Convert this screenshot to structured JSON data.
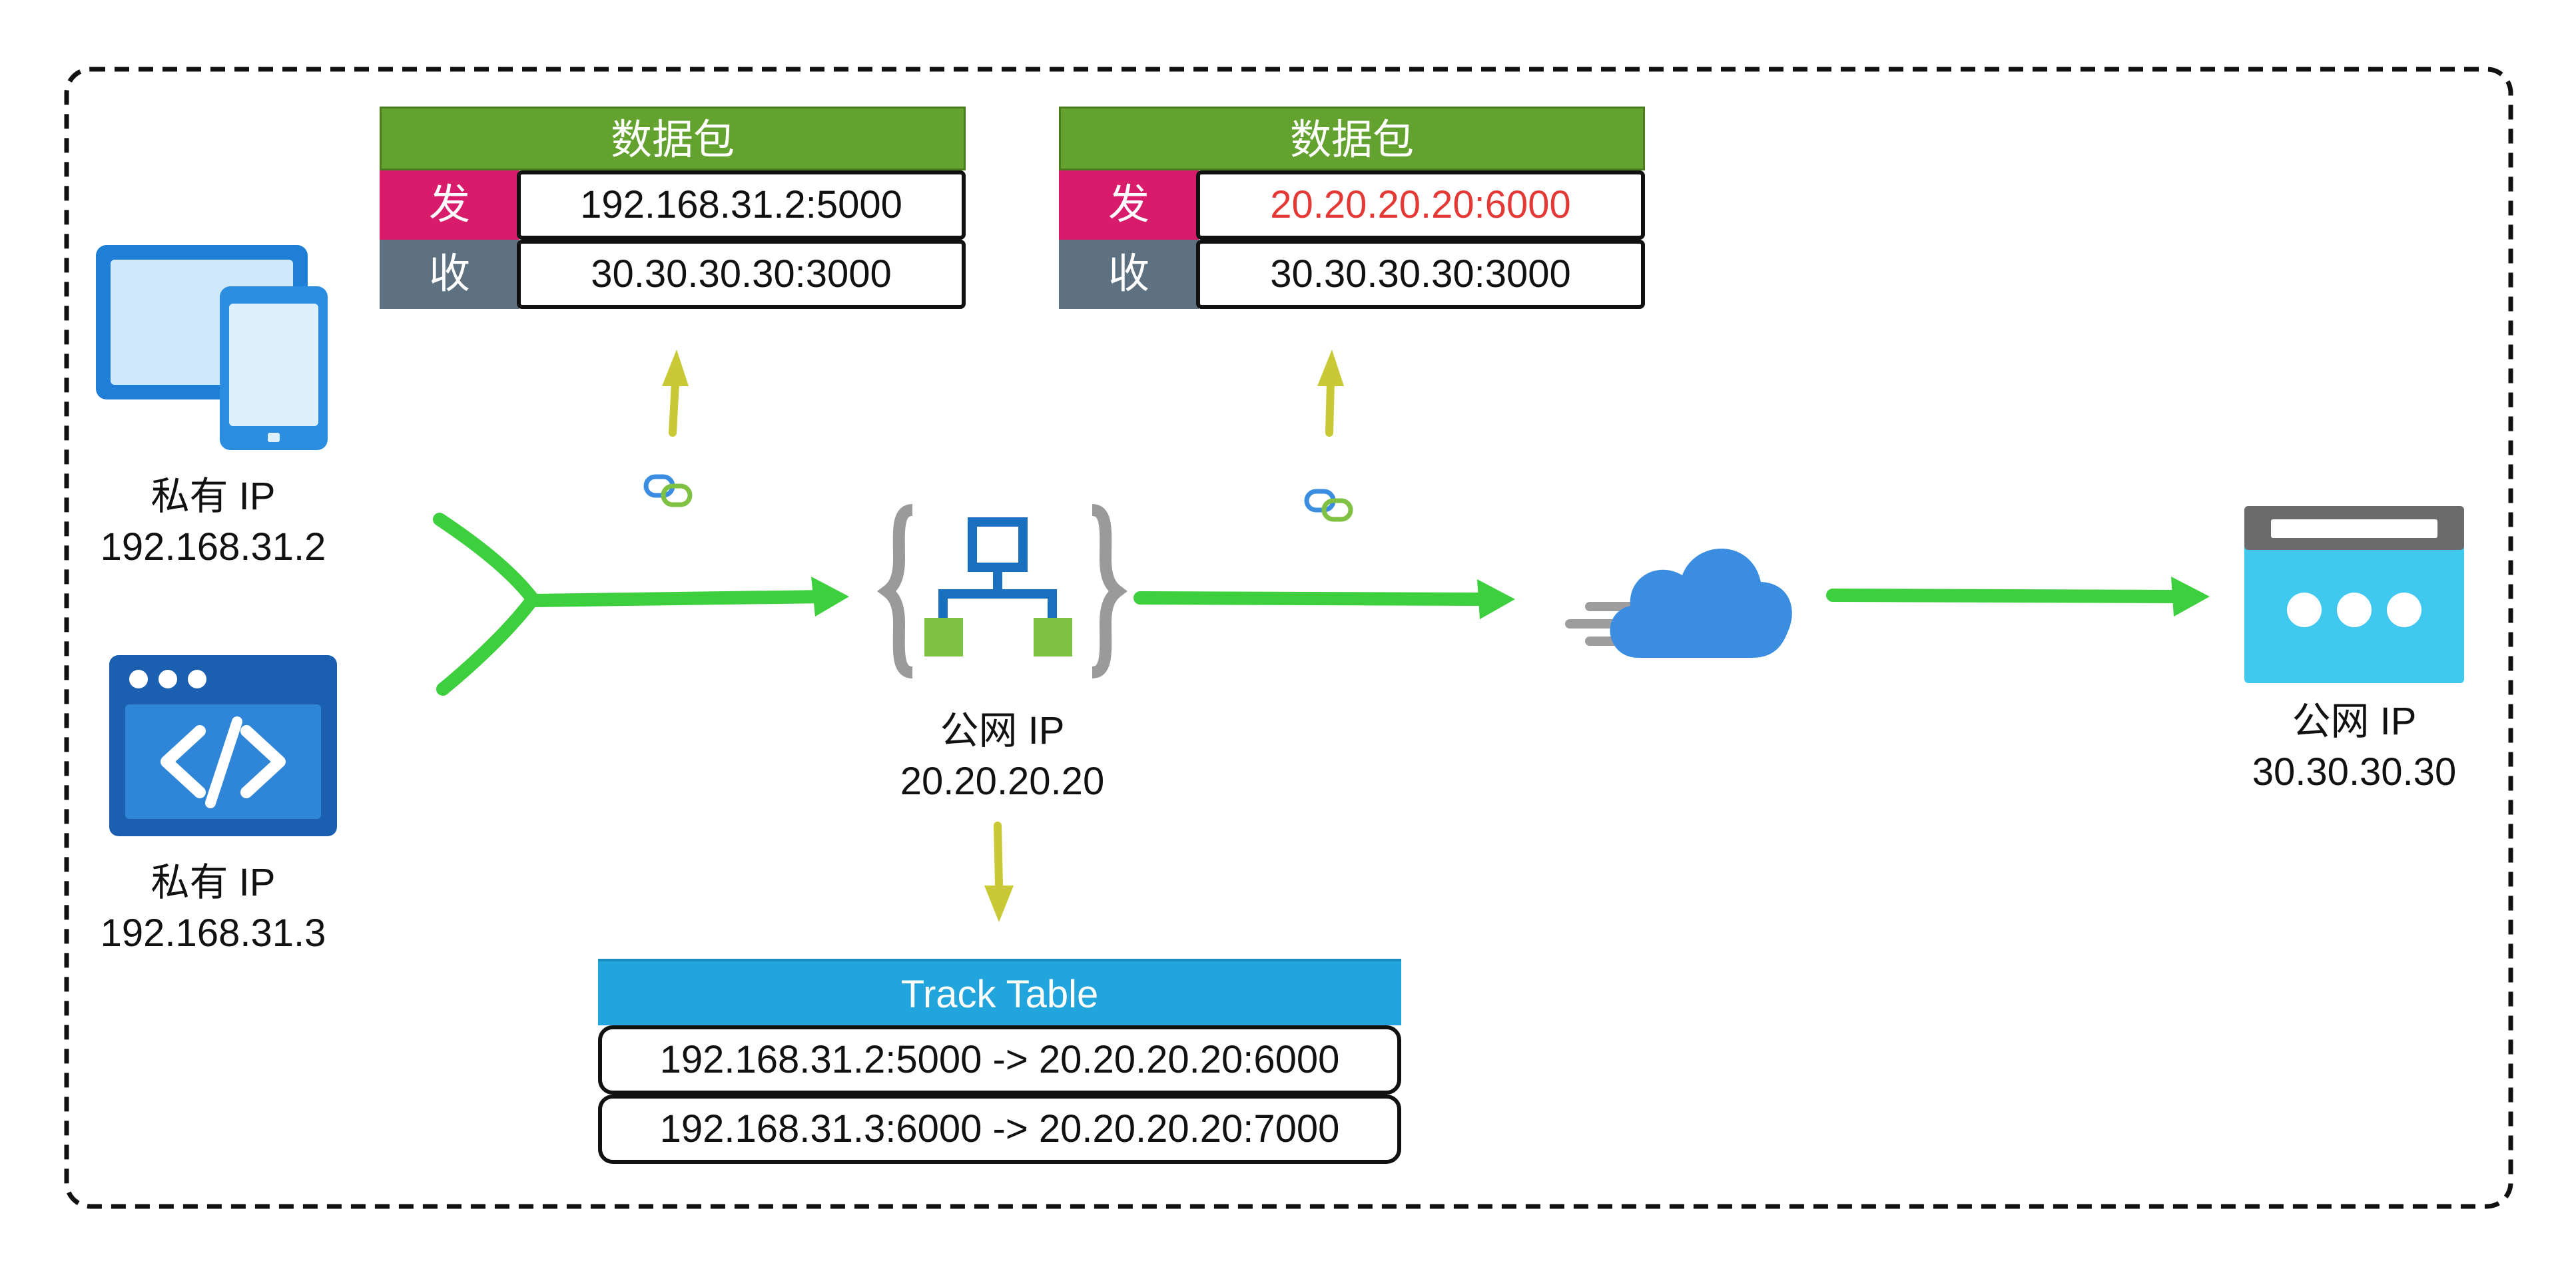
{
  "nodes": {
    "device1": {
      "label": "私有 IP",
      "ip": "192.168.31.2"
    },
    "device2": {
      "label": "私有 IP",
      "ip": "192.168.31.3"
    },
    "nat": {
      "label": "公网 IP",
      "ip": "20.20.20.20"
    },
    "server": {
      "label": "公网 IP",
      "ip": "30.30.30.30"
    }
  },
  "packet_before": {
    "title": "数据包",
    "send_label": "发",
    "send_value": "192.168.31.2:5000",
    "recv_label": "收",
    "recv_value": "30.30.30.30:3000"
  },
  "packet_after": {
    "title": "数据包",
    "send_label": "发",
    "send_value": "20.20.20.20:6000",
    "recv_label": "收",
    "recv_value": "30.30.30.30:3000"
  },
  "track_table": {
    "title": "Track Table",
    "entries": [
      "192.168.31.2:5000 -> 20.20.20.20:6000",
      "192.168.31.3:6000 -> 20.20.20.20:7000"
    ]
  },
  "colors": {
    "flow_arrow": "#3ecf3e",
    "side_arrow": "#c9c935",
    "packet_header": "#64a22f",
    "send_tag": "#d81b6b",
    "recv_tag": "#5e7180",
    "translated_value": "#e53935",
    "track_header": "#21a5dc"
  },
  "icons": {
    "device1": "tablet-phone-icon",
    "device2": "code-window-icon",
    "nat": "network-topology-icon",
    "internet": "cloud-icon",
    "server": "web-app-icon",
    "link": "link-icon"
  }
}
